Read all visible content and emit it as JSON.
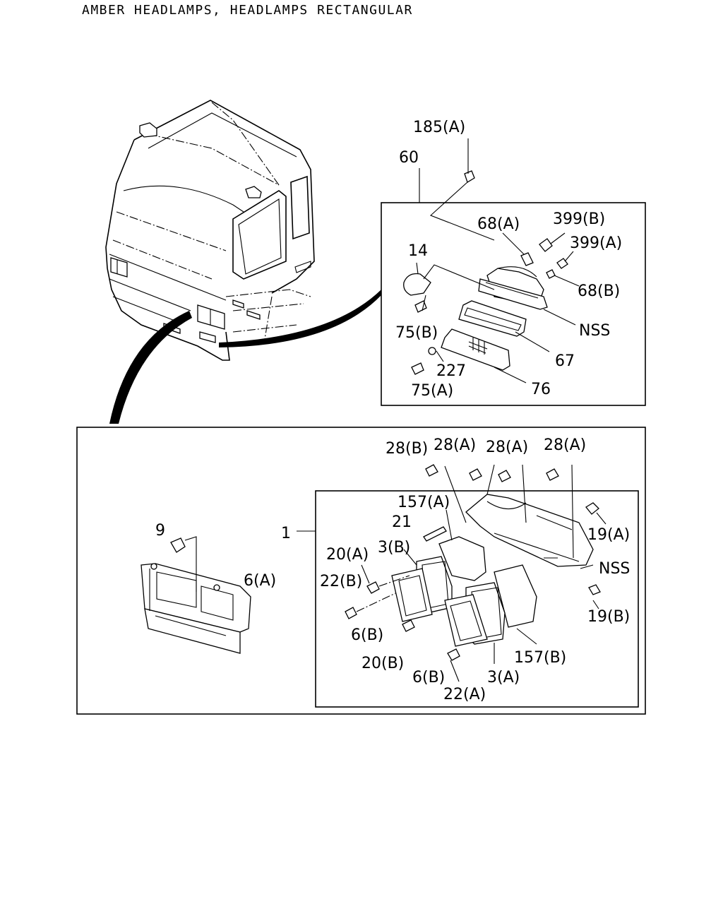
{
  "title": "AMBER HEADLAMPS, HEADLAMPS RECTANGULAR",
  "callouts": {
    "c185A": "185(A)",
    "c60": "60",
    "c68A": "68(A)",
    "c399B": "399(B)",
    "c399A": "399(A)",
    "c14": "14",
    "c68B": "68(B)",
    "cNSS1": "NSS",
    "c75B": "75(B)",
    "c67": "67",
    "c227": "227",
    "c75A": "75(A)",
    "c76": "76",
    "c28B": "28(B)",
    "c28A1": "28(A)",
    "c28A2": "28(A)",
    "c28A3": "28(A)",
    "c157A": "157(A)",
    "c21": "21",
    "c19A": "19(A)",
    "c9": "9",
    "c1": "1",
    "c20A": "20(A)",
    "c3B": "3(B)",
    "cNSS2": "NSS",
    "c22B": "22(B)",
    "c6A": "6(A)",
    "c6B1": "6(B)",
    "c19B": "19(B)",
    "c157B": "157(B)",
    "c20B": "20(B)",
    "c6B2": "6(B)",
    "c3A": "3(A)",
    "c22A": "22(A)"
  }
}
